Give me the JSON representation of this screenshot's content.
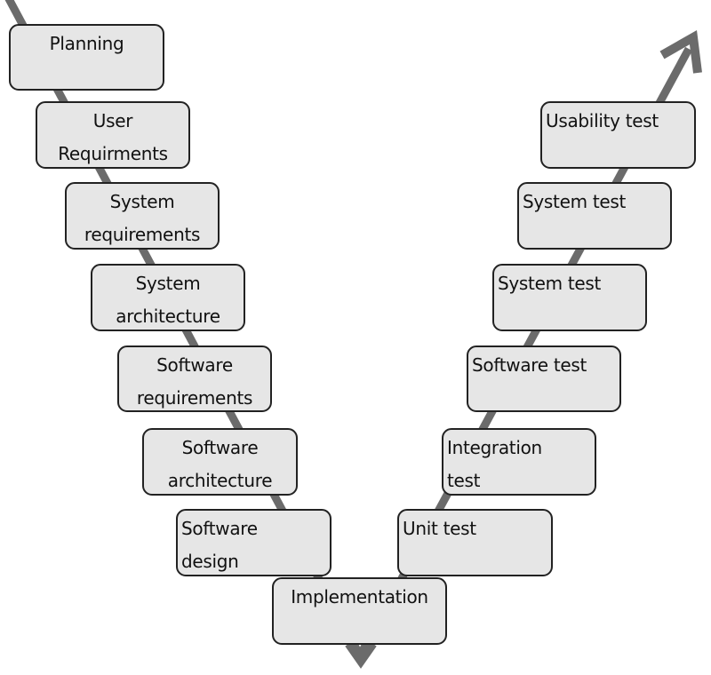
{
  "colors": {
    "line": "#6b6b6b",
    "box_fill": "#e6e6e6",
    "box_border": "#222222"
  },
  "left_branch": [
    {
      "lines": [
        "Planning"
      ]
    },
    {
      "lines": [
        "User",
        "Requirments"
      ]
    },
    {
      "lines": [
        "System",
        "requirements"
      ]
    },
    {
      "lines": [
        "System",
        "architecture"
      ]
    },
    {
      "lines": [
        "Software",
        "requirements"
      ]
    },
    {
      "lines": [
        "Software",
        "architecture"
      ]
    },
    {
      "lines": [
        "Software",
        "design"
      ]
    }
  ],
  "bottom": {
    "lines": [
      "Implementation"
    ]
  },
  "right_branch": [
    {
      "lines": [
        "Unit test"
      ]
    },
    {
      "lines": [
        "Integration",
        "test"
      ]
    },
    {
      "lines": [
        "Software test"
      ]
    },
    {
      "lines": [
        "System test"
      ]
    },
    {
      "lines": [
        "System test"
      ]
    },
    {
      "lines": [
        "Usability test"
      ]
    }
  ]
}
